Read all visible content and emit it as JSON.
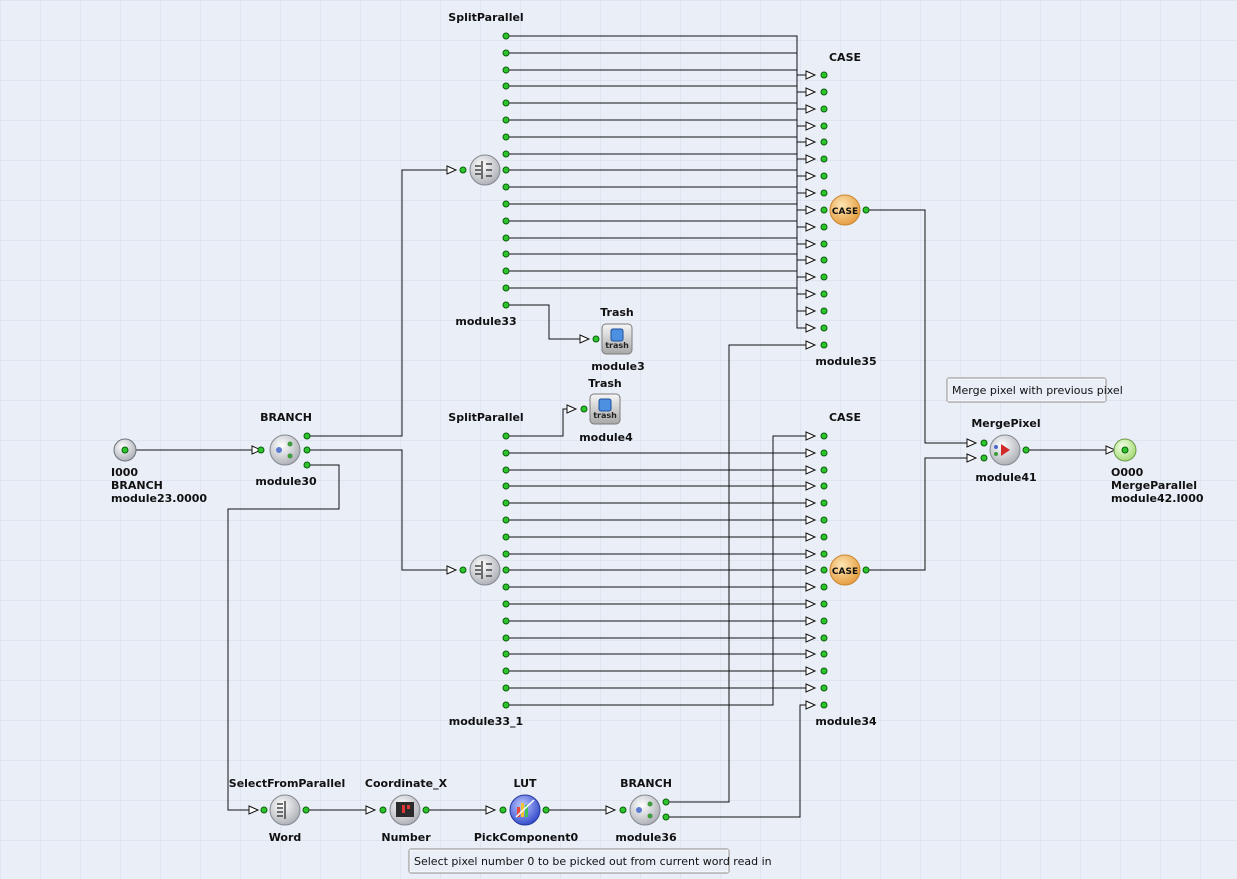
{
  "modules": {
    "input": {
      "label1": "I000",
      "label2": "BRANCH",
      "label3": "module23.0000"
    },
    "branch30": {
      "type": "BRANCH",
      "name": "module30"
    },
    "split_top": {
      "type": "SplitParallel",
      "name": "module33"
    },
    "split_bottom": {
      "type": "SplitParallel",
      "name": "module33_1"
    },
    "trash3": {
      "type": "Trash",
      "name": "module3",
      "icon_text": "trash"
    },
    "trash4": {
      "type": "Trash",
      "name": "module4",
      "icon_text": "trash"
    },
    "case35": {
      "type": "CASE",
      "name": "module35",
      "icon_text": "CASE"
    },
    "case34": {
      "type": "CASE",
      "name": "module34",
      "icon_text": "CASE"
    },
    "merge41": {
      "type": "MergePixel",
      "name": "module41"
    },
    "output": {
      "label1": "O000",
      "label2": "MergeParallel",
      "label3": "module42.I000"
    },
    "word": {
      "type": "SelectFromParallel",
      "name": "Word"
    },
    "number": {
      "type": "Coordinate_X",
      "name": "Number"
    },
    "lut": {
      "type": "LUT",
      "name": "PickComponent0"
    },
    "branch36": {
      "type": "BRANCH",
      "name": "module36"
    }
  },
  "comments": {
    "merge_note": "Merge pixel with previous pixel",
    "select_note": "Select pixel number 0 to be picked out from current word read in"
  },
  "colors": {
    "canvas": "#e9eef7",
    "grid": "#d4dceb",
    "port": "#2cc52c",
    "case_orange": "#f2b35a",
    "output_green": "#c9ef9a",
    "lut_blue": "#3d55d8"
  }
}
